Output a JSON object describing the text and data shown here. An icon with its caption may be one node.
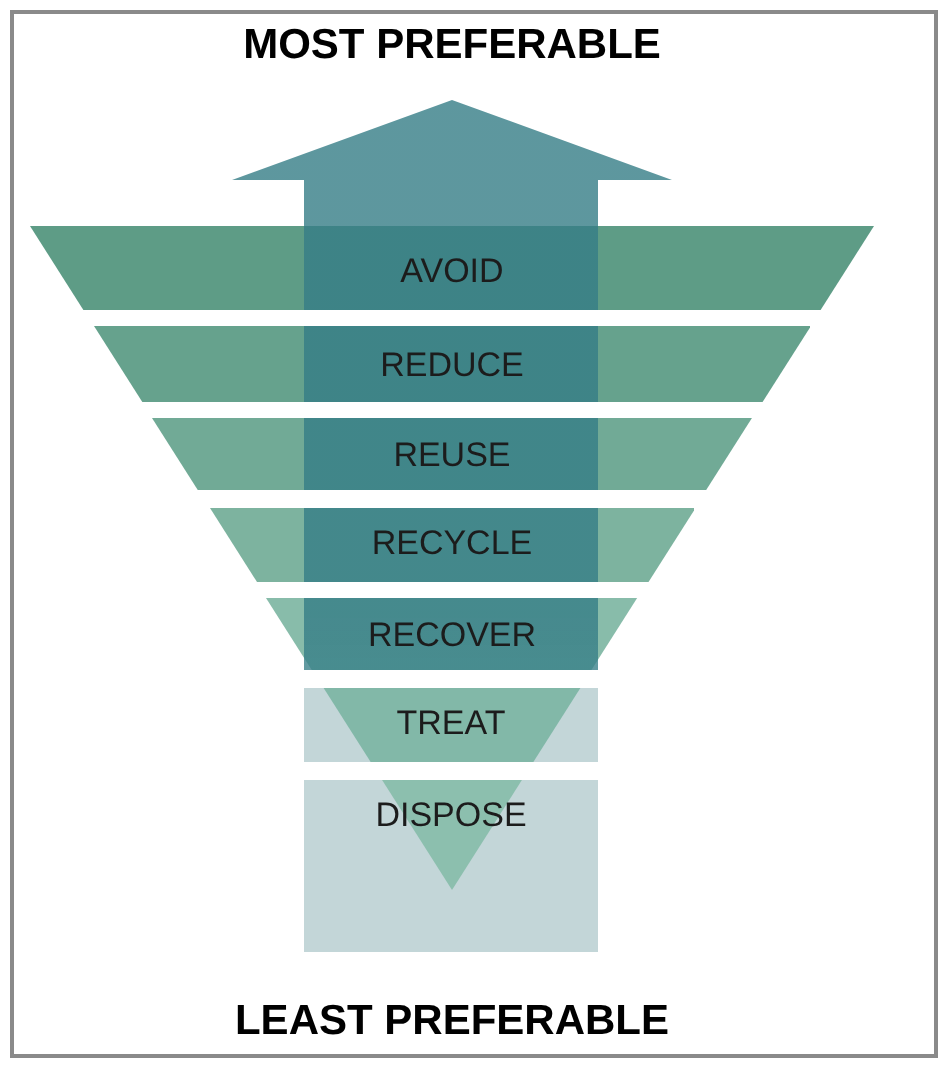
{
  "diagram": {
    "nodes": [
      {
        "text": [
          "AVOID"
        ]
      },
      {
        "text": [
          "REDUCE"
        ]
      },
      {
        "text": [
          "REUSE"
        ]
      },
      {
        "text": [
          "RECYCLE"
        ]
      },
      {
        "text": [
          "RECOVER"
        ]
      },
      {
        "text": [
          "TREAT"
        ]
      },
      {
        "text": [
          "DISPOSE"
        ]
      }
    ],
    "labels": [
      "MOST PREFERABLE",
      "LEAST PREFERABLE"
    ]
  }
}
